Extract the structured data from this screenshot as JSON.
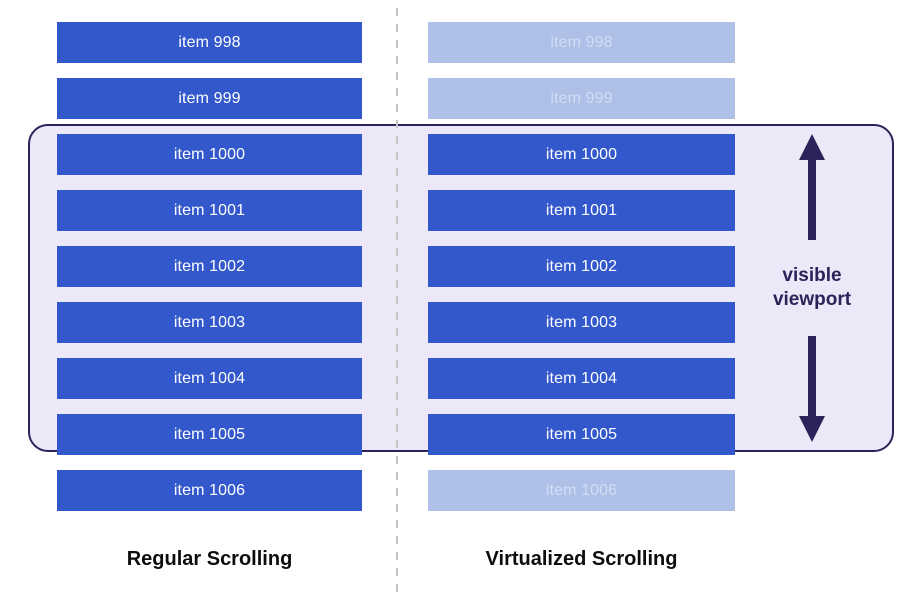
{
  "diagram": {
    "title_regular": "Regular Scrolling",
    "title_virtualized": "Virtualized Scrolling",
    "viewport_label": "visible\nviewport",
    "colors": {
      "item_solid_bg": "#3258cc",
      "item_solid_text": "#ffffff",
      "item_faded_bg": "#aebfe8",
      "item_faded_text": "#d3ddf4",
      "viewport_fill": "#ece8f7",
      "viewport_border": "#2d2259",
      "annotation": "#2d2259",
      "divider": "#c6c6c6",
      "caption_text": "#0d0d0d",
      "page_bg": "#ffffff"
    }
  },
  "columns": {
    "regular": {
      "name": "Regular Scrolling",
      "items": [
        {
          "label": "item 998",
          "state": "rendered"
        },
        {
          "label": "item 999",
          "state": "rendered"
        },
        {
          "label": "item 1000",
          "state": "rendered"
        },
        {
          "label": "item 1001",
          "state": "rendered"
        },
        {
          "label": "item 1002",
          "state": "rendered"
        },
        {
          "label": "item 1003",
          "state": "rendered"
        },
        {
          "label": "item 1004",
          "state": "rendered"
        },
        {
          "label": "item 1005",
          "state": "rendered"
        },
        {
          "label": "item 1006",
          "state": "rendered"
        }
      ]
    },
    "virtualized": {
      "name": "Virtualized Scrolling",
      "items": [
        {
          "label": "item 998",
          "state": "unrendered"
        },
        {
          "label": "item 999",
          "state": "unrendered"
        },
        {
          "label": "item 1000",
          "state": "rendered"
        },
        {
          "label": "item 1001",
          "state": "rendered"
        },
        {
          "label": "item 1002",
          "state": "rendered"
        },
        {
          "label": "item 1003",
          "state": "rendered"
        },
        {
          "label": "item 1004",
          "state": "rendered"
        },
        {
          "label": "item 1005",
          "state": "rendered"
        },
        {
          "label": "item 1006",
          "state": "unrendered"
        }
      ]
    }
  },
  "icons": {
    "arrow_up": "arrow-up-icon",
    "arrow_down": "arrow-down-icon"
  },
  "layout": {
    "item_top_start": 22,
    "item_pitch": 56,
    "item_height": 41
  }
}
